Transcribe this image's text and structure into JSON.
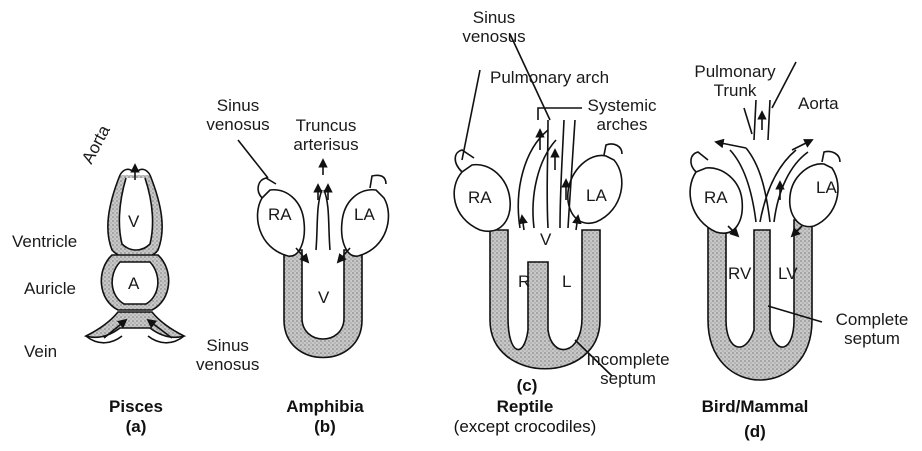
{
  "panels": {
    "pisces": {
      "caption": "Pisces",
      "letter": "(a)",
      "labels": {
        "aorta": "Aorta",
        "ventricle": "Ventricle",
        "auricle": "Auricle",
        "vein": "Vein",
        "sinus_1": "Sinus",
        "sinus_2": "venosus",
        "v": "V",
        "a": "A"
      }
    },
    "amphibia": {
      "caption": "Amphibia",
      "letter": "(b)",
      "labels": {
        "sinus_1": "Sinus",
        "sinus_2": "venosus",
        "truncus_1": "Truncus",
        "truncus_2": "arterisus",
        "ra": "RA",
        "la": "LA",
        "v": "V"
      }
    },
    "reptile": {
      "caption": "Reptile",
      "subcaption": "(except crocodiles)",
      "letter": "(c)",
      "labels": {
        "sinus_1": "Sinus",
        "sinus_2": "venosus",
        "pulmonary_arch": "Pulmonary arch",
        "systemic_1": "Systemic",
        "systemic_2": "arches",
        "ra": "RA",
        "la": "LA",
        "v": "V",
        "r": "R",
        "l": "L",
        "incomplete_1": "Incomplete",
        "incomplete_2": "septum"
      }
    },
    "bird_mammal": {
      "caption": "Bird/Mammal",
      "letter": "(d)",
      "labels": {
        "pulmonary_1": "Pulmonary",
        "pulmonary_2": "Trunk",
        "aorta": "Aorta",
        "ra": "RA",
        "la": "LA",
        "rv": "RV",
        "lv": "LV",
        "complete_1": "Complete",
        "complete_2": "septum"
      }
    }
  },
  "colors": {
    "stipple": "#b9b9b9",
    "line": "#111111"
  }
}
